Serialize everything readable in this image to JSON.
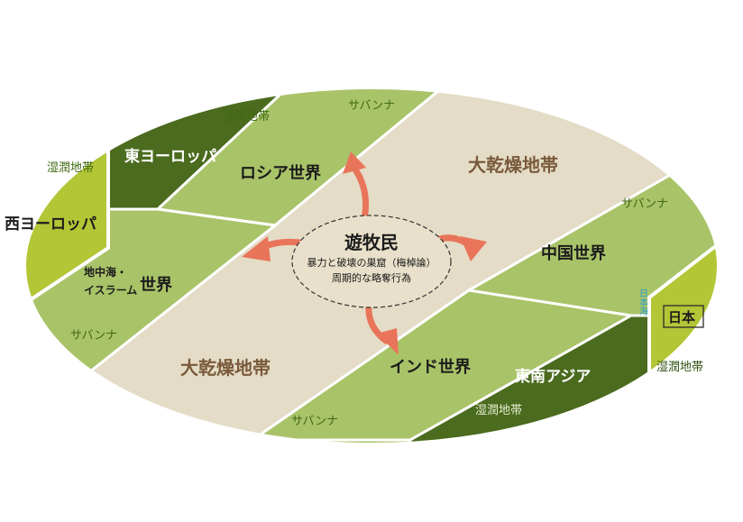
{
  "colors": {
    "light_green": "#a9c368",
    "dark_green": "#4b6b1e",
    "tan": "#e4dcc6",
    "lime": "#b2c636",
    "arrow": "#e8745a",
    "border": "#ffffff"
  },
  "regions": {
    "wet_zone_top": "湿潤地帯",
    "savanna_top": "サバンナ",
    "east_europe": "東ヨーロッパ",
    "russia": "ロシア世界",
    "dry_zone_upper": "大乾燥地帯",
    "savanna_right": "サバンナ",
    "china": "中国世界",
    "wet_zone_left": "湿潤地帯",
    "west_europe": "西ヨーロッパ",
    "mediterranean_line1": "地中海・",
    "mediterranean_line2": "イスラーム",
    "mediterranean_world": "世界",
    "savanna_left": "サバンナ",
    "dry_zone_lower": "大乾燥地帯",
    "india": "インド世界",
    "savanna_bottom": "サバンナ",
    "southeast_asia": "東南アジア",
    "wet_zone_bottom": "湿潤地帯",
    "japan": "日本",
    "wet_zone_japan": "湿潤地帯",
    "sea_of_japan": "日本海"
  },
  "center": {
    "title": "遊牧民",
    "line1": "暴力と破壊の巣窟（梅棹論）",
    "line2": "周期的な略奪行為"
  },
  "arrows": [
    "up",
    "left",
    "right",
    "down"
  ]
}
